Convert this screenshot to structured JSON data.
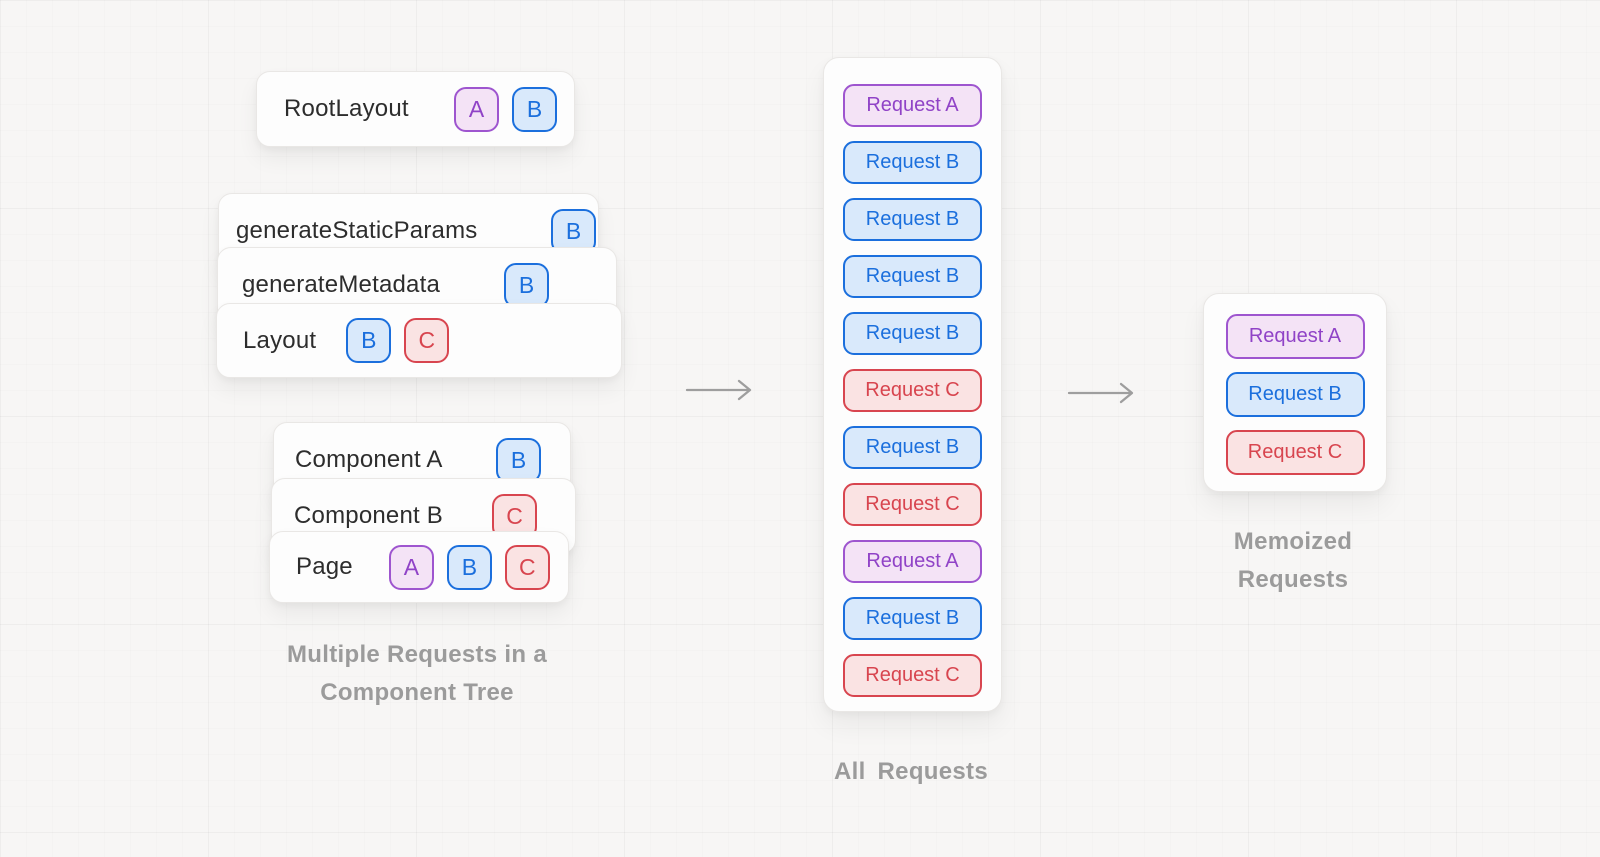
{
  "colors": {
    "canvas_bg": "#f7f6f5",
    "card_bg": "#fdfdfd",
    "card_label_text": "#2d2d2d",
    "caption_text": "#9b9b9b",
    "arrow": "#9e9e9e",
    "purple_border": "#9e55cf",
    "purple_bg": "#f4e3f6",
    "purple_text": "#9043c7",
    "blue_border": "#1b6fdd",
    "blue_bg": "#d9e9fb",
    "blue_text": "#1b6fdd",
    "red_border": "#d8454f",
    "red_bg": "#fae3e3",
    "red_text": "#d8454f"
  },
  "tree": {
    "root_card": {
      "label": "RootLayout",
      "badges": [
        {
          "letter": "A",
          "color": "purple"
        },
        {
          "letter": "B",
          "color": "blue"
        }
      ]
    },
    "stack1": [
      {
        "label": "generateStaticParams",
        "badges": [
          {
            "letter": "B",
            "color": "blue"
          }
        ]
      },
      {
        "label": "generateMetadata",
        "badges": [
          {
            "letter": "B",
            "color": "blue"
          }
        ]
      },
      {
        "label": "Layout",
        "badges": [
          {
            "letter": "B",
            "color": "blue"
          },
          {
            "letter": "C",
            "color": "red"
          }
        ]
      }
    ],
    "stack2": [
      {
        "label": "Component A",
        "badges": [
          {
            "letter": "B",
            "color": "blue"
          }
        ]
      },
      {
        "label": "Component B",
        "badges": [
          {
            "letter": "C",
            "color": "red"
          }
        ]
      },
      {
        "label": "Page",
        "badges": [
          {
            "letter": "A",
            "color": "purple"
          },
          {
            "letter": "B",
            "color": "blue"
          },
          {
            "letter": "C",
            "color": "red"
          }
        ]
      }
    ],
    "caption": {
      "line1": "Multiple Requests in a",
      "line2": "Component Tree"
    }
  },
  "all_requests": {
    "caption": "All Requests",
    "items": [
      {
        "label": "Request A",
        "color": "purple"
      },
      {
        "label": "Request B",
        "color": "blue"
      },
      {
        "label": "Request B",
        "color": "blue"
      },
      {
        "label": "Request B",
        "color": "blue"
      },
      {
        "label": "Request B",
        "color": "blue"
      },
      {
        "label": "Request C",
        "color": "red"
      },
      {
        "label": "Request B",
        "color": "blue"
      },
      {
        "label": "Request C",
        "color": "red"
      },
      {
        "label": "Request A",
        "color": "purple"
      },
      {
        "label": "Request B",
        "color": "blue"
      },
      {
        "label": "Request C",
        "color": "red"
      }
    ]
  },
  "memoized_requests": {
    "caption": {
      "line1": "Memoized",
      "line2": "Requests"
    },
    "items": [
      {
        "label": "Request A",
        "color": "purple"
      },
      {
        "label": "Request B",
        "color": "blue"
      },
      {
        "label": "Request C",
        "color": "red"
      }
    ]
  }
}
